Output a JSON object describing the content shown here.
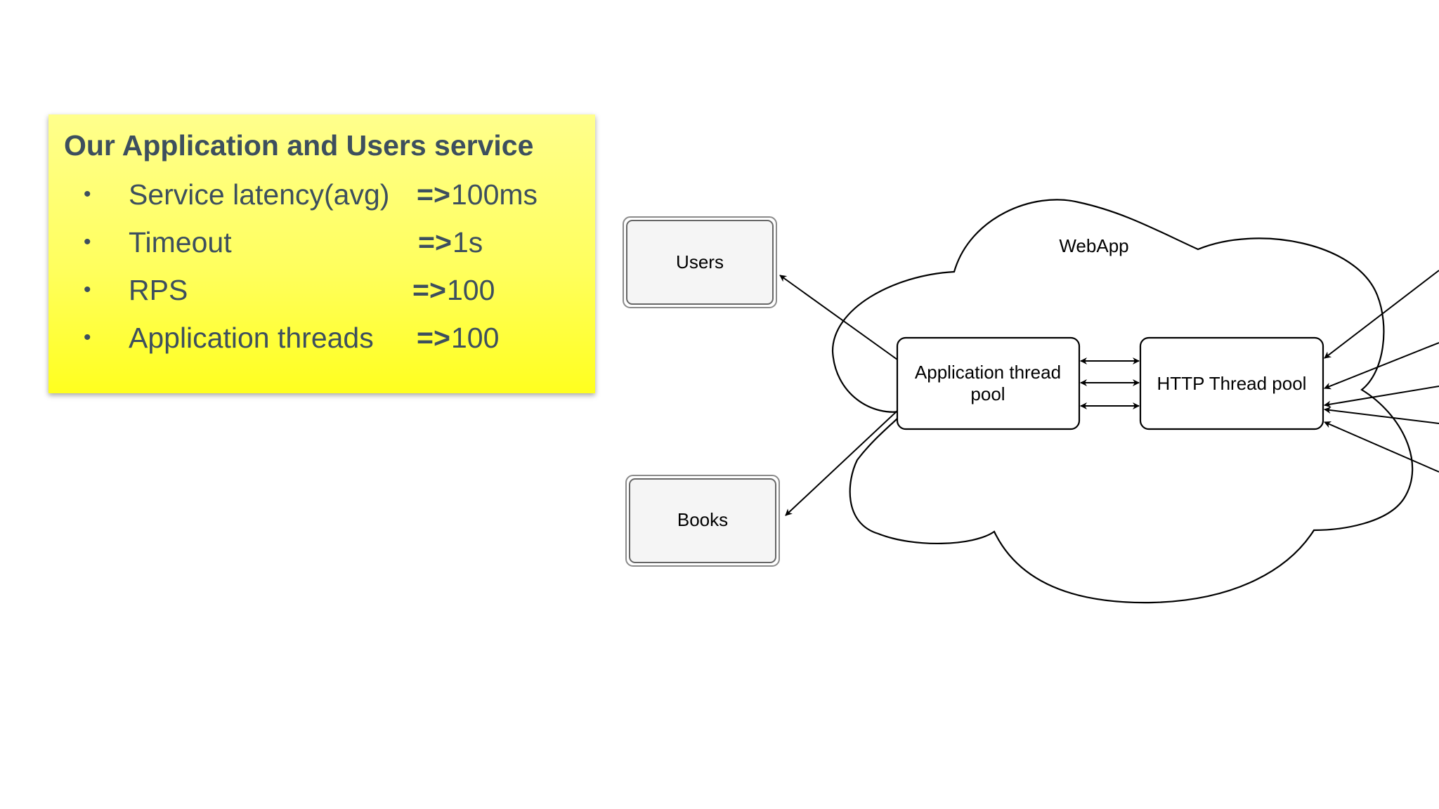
{
  "panel": {
    "title": "Our Application and Users service",
    "bullets": [
      {
        "label": "Service latency(avg)",
        "arrow": "=>",
        "value": "100ms"
      },
      {
        "label": "Timeout",
        "arrow": "=>",
        "value": "1s"
      },
      {
        "label": "RPS",
        "arrow": "=>",
        "value": "100"
      },
      {
        "label": "Application threads",
        "arrow": "=>",
        "value": "100"
      }
    ]
  },
  "diagram": {
    "cloud_label": "WebApp",
    "users_label": "Users",
    "books_label": "Books",
    "app_pool_label_line1": "Application thread",
    "app_pool_label_line2": "pool",
    "http_pool_label": "HTTP Thread pool"
  }
}
